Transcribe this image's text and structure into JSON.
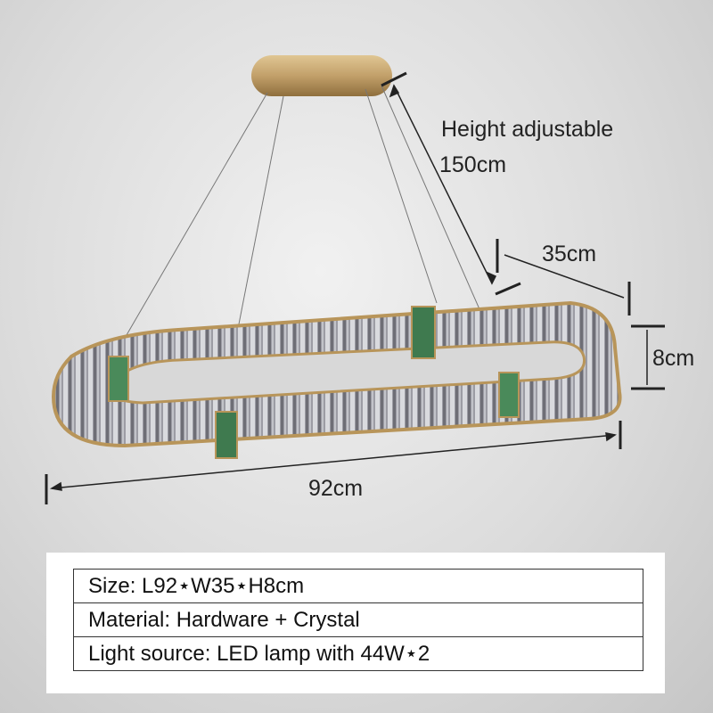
{
  "dimensions": {
    "height_line1": "Height adjustable",
    "height_line2": "150cm",
    "width": "35cm",
    "height": "8cm",
    "length": "92cm"
  },
  "specs": [
    "Size: L92⋆W35⋆H8cm",
    "Material: Hardware + Crystal",
    "Light source: LED lamp with 44W⋆2"
  ],
  "colors": {
    "gold": "#b8955a",
    "crystal": "#a9a9b0",
    "accent": "#4a8a5a"
  }
}
